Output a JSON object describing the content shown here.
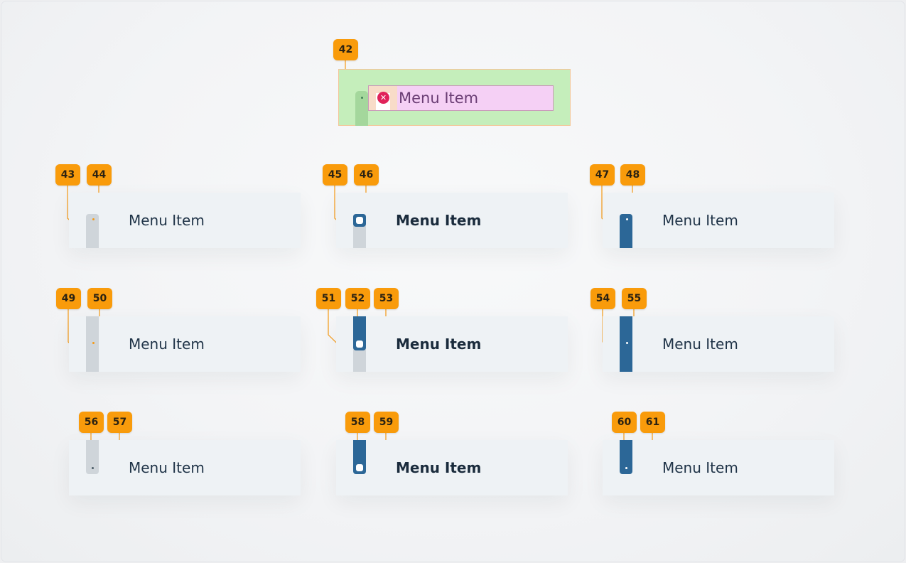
{
  "top_component": {
    "badge": "42",
    "label": "Menu Item",
    "icon": "close-circle-icon"
  },
  "menu_item_label": "Menu Item",
  "colors": {
    "badge": "#f99b0b",
    "card": "#eef2f5",
    "bar_inactive": "#cfd5da",
    "bar_active": "#2c6797",
    "text": "#1f3347",
    "selection_fill": "#c5eebb",
    "padding_fill": "#f5d0f5",
    "close_icon": "#e0235a"
  },
  "rows": [
    {
      "cards": [
        {
          "label": "Menu Item",
          "bold": false,
          "style": "inactive",
          "badges": [
            "43",
            "44"
          ]
        },
        {
          "label": "Menu Item",
          "bold": true,
          "style": "inactive-with-active-handle",
          "badges": [
            "45",
            "46"
          ]
        },
        {
          "label": "Menu Item",
          "bold": false,
          "style": "active",
          "badges": [
            "47",
            "48"
          ]
        }
      ]
    },
    {
      "cards": [
        {
          "label": "Menu Item",
          "bold": false,
          "style": "inactive",
          "badges": [
            "49",
            "50"
          ]
        },
        {
          "label": "Menu Item",
          "bold": true,
          "style": "split",
          "badges": [
            "51",
            "52",
            "53"
          ]
        },
        {
          "label": "Menu Item",
          "bold": false,
          "style": "active",
          "badges": [
            "54",
            "55"
          ]
        }
      ]
    },
    {
      "cards": [
        {
          "label": "Menu Item",
          "bold": false,
          "style": "inactive-short",
          "badges": [
            "56",
            "57"
          ]
        },
        {
          "label": "Menu Item",
          "bold": true,
          "style": "active-short-handle",
          "badges": [
            "58",
            "59"
          ]
        },
        {
          "label": "Menu Item",
          "bold": false,
          "style": "active-short",
          "badges": [
            "60",
            "61"
          ]
        }
      ]
    }
  ]
}
